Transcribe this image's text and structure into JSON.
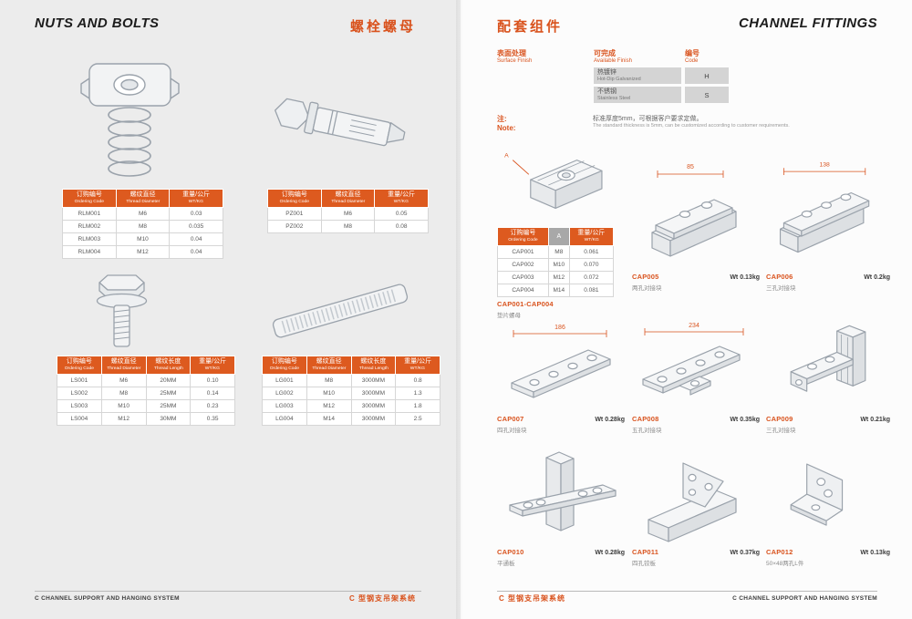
{
  "colors": {
    "accent": "#d9531e",
    "table_header_bg": "#dd5a1f",
    "gray_cell": "#d4d4d4"
  },
  "header": {
    "left_title": "NUTS AND BOLTS",
    "left_cn": "螺栓螺母",
    "right_cn": "配套组件",
    "right_title": "CHANNEL FITTINGS"
  },
  "footer": {
    "left_en": "C CHANNEL SUPPORT AND HANGING SYSTEM",
    "left_cn": "C 型钢支吊架系统",
    "right_cn": "C 型钢支吊架系统",
    "right_en": "C CHANNEL SUPPORT AND HANGING SYSTEM"
  },
  "left_page": {
    "nut_table": {
      "headers": [
        {
          "cn": "订购编号",
          "en": "Ordering Code"
        },
        {
          "cn": "螺纹直径",
          "en": "Thread Diameter"
        },
        {
          "cn": "重量/公斤",
          "en": "WT/KG"
        }
      ],
      "rows": [
        [
          "RLM001",
          "M6",
          "0.03"
        ],
        [
          "RLM002",
          "M8",
          "0.035"
        ],
        [
          "RLM003",
          "M10",
          "0.04"
        ],
        [
          "RLM004",
          "M12",
          "0.04"
        ]
      ]
    },
    "anchor_table": {
      "headers": [
        {
          "cn": "订购编号",
          "en": "Ordering Code"
        },
        {
          "cn": "螺纹直径",
          "en": "Thread Diameter"
        },
        {
          "cn": "重量/公斤",
          "en": "WT/KG"
        }
      ],
      "rows": [
        [
          "PZ001",
          "M6",
          "0.05"
        ],
        [
          "PZ002",
          "M8",
          "0.08"
        ]
      ]
    },
    "bolt_table": {
      "headers": [
        {
          "cn": "订购编号",
          "en": "Ordering Code"
        },
        {
          "cn": "螺纹直径",
          "en": "Thread Diameter"
        },
        {
          "cn": "螺纹长度",
          "en": "Thread Length"
        },
        {
          "cn": "重量/公斤",
          "en": "WT/KG"
        }
      ],
      "rows": [
        [
          "LS001",
          "M6",
          "20MM",
          "0.10"
        ],
        [
          "LS002",
          "M8",
          "25MM",
          "0.14"
        ],
        [
          "LS003",
          "M10",
          "25MM",
          "0.23"
        ],
        [
          "LS004",
          "M12",
          "30MM",
          "0.35"
        ]
      ]
    },
    "rod_table": {
      "headers": [
        {
          "cn": "订购编号",
          "en": "Ordering Code"
        },
        {
          "cn": "螺纹直径",
          "en": "Thread Diameter"
        },
        {
          "cn": "螺纹长度",
          "en": "Thread Length"
        },
        {
          "cn": "重量/公斤",
          "en": "WT/KG"
        }
      ],
      "rows": [
        [
          "LG001",
          "M8",
          "3000MM",
          "0.8"
        ],
        [
          "LG002",
          "M10",
          "3000MM",
          "1.3"
        ],
        [
          "LG003",
          "M12",
          "3000MM",
          "1.8"
        ],
        [
          "LG004",
          "M14",
          "3000MM",
          "2.5"
        ]
      ]
    }
  },
  "right_page": {
    "finish_table": {
      "col1": {
        "cn": "表面处理",
        "en": "Surface Finish"
      },
      "col2": {
        "cn": "可完成",
        "en": "Available Finish"
      },
      "col3": {
        "cn": "编号",
        "en": "Code"
      },
      "rows": [
        {
          "cn": "热镀锌",
          "en": "Hot-Dip Galvanized",
          "code": "H"
        },
        {
          "cn": "不锈钢",
          "en": "Stainless Steel",
          "code": "S"
        }
      ]
    },
    "note": {
      "label_cn": "注:",
      "label_en": "Note:",
      "text_cn": "标准厚度5mm，可根据客户要求定做。",
      "text_en": "The standard thickness is 5mm, can be customized according to customer requirements."
    },
    "cap_table": {
      "headers": [
        {
          "cn": "订购编号",
          "en": "Ordering Code"
        },
        {
          "cn": "A",
          "en": ""
        },
        {
          "cn": "重量/公斤",
          "en": "WT/KG"
        }
      ],
      "rows": [
        [
          "CAP001",
          "M8",
          "0.061"
        ],
        [
          "CAP002",
          "M10",
          "0.070"
        ],
        [
          "CAP003",
          "M12",
          "0.072"
        ],
        [
          "CAP004",
          "M14",
          "0.081"
        ]
      ]
    },
    "products": [
      {
        "code": "CAP001-CAP004",
        "wt": "",
        "caption_cn": "垫片螺母",
        "dim": "A"
      },
      {
        "code": "CAP005",
        "wt": "Wt 0.13kg",
        "caption_cn": "两孔对接块",
        "dim": "85"
      },
      {
        "code": "CAP006",
        "wt": "Wt 0.2kg",
        "caption_cn": "三孔对接块",
        "dim": "138"
      },
      {
        "code": "CAP007",
        "wt": "Wt 0.28kg",
        "caption_cn": "四孔对接块",
        "dim": "186"
      },
      {
        "code": "CAP008",
        "wt": "Wt 0.35kg",
        "caption_cn": "五孔对接块",
        "dim": "234"
      },
      {
        "code": "CAP009",
        "wt": "Wt 0.21kg",
        "caption_cn": "三孔对接块",
        "dim": ""
      },
      {
        "code": "CAP010",
        "wt": "Wt 0.28kg",
        "caption_cn": "平通板",
        "dim": ""
      },
      {
        "code": "CAP011",
        "wt": "Wt 0.37kg",
        "caption_cn": "四孔铰板",
        "dim": ""
      },
      {
        "code": "CAP012",
        "wt": "Wt 0.13kg",
        "caption_cn": "50×48两孔L件",
        "dim": ""
      }
    ]
  }
}
